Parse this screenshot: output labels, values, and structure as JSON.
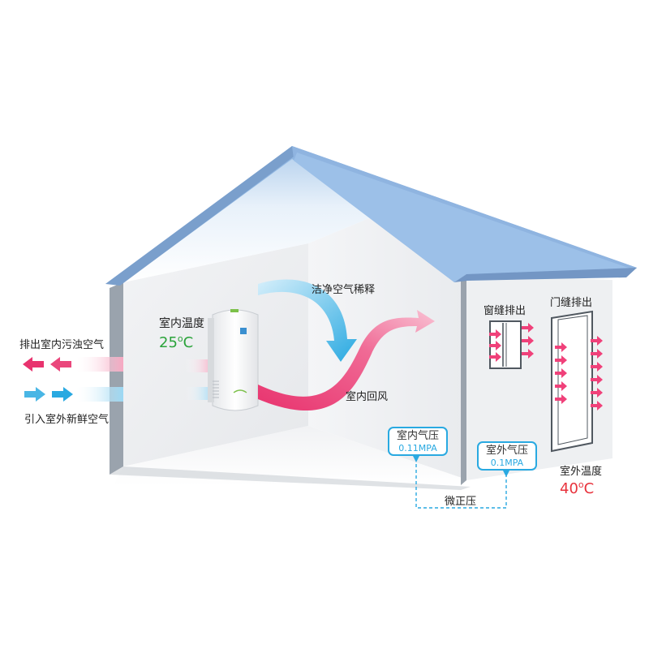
{
  "labels": {
    "exhaust": "排出室内污浊空气",
    "intake": "引入室外新鲜空气",
    "indoor_temp_label": "室内温度",
    "clean_air": "洁净空气稀释",
    "indoor_return": "室内回风",
    "window_exhaust": "窗缝排出",
    "door_exhaust": "门缝排出",
    "outdoor_temp_label": "室外温度",
    "micro_positive": "微正压"
  },
  "temps": {
    "indoor_value": "25",
    "outdoor_value": "40",
    "unit": "C",
    "degree": "o"
  },
  "pressure": {
    "indoor_title": "室内气压",
    "indoor_value": "0.11MPA",
    "outdoor_title": "室外气压",
    "outdoor_value": "0.1MPA"
  },
  "colors": {
    "exhaust_pink": "#e8336e",
    "intake_blue": "#29a9e1",
    "indoor_temp": "#2aa33a",
    "outdoor_temp": "#e8323c",
    "roof_blue": "#8fb4e0",
    "wall_grey": "#9aa3ad"
  },
  "icons": {
    "exhaust_arrow": "double-left-arrow-icon",
    "intake_arrow": "double-right-arrow-icon",
    "flow_arrow": "curved-arrow-icon"
  }
}
